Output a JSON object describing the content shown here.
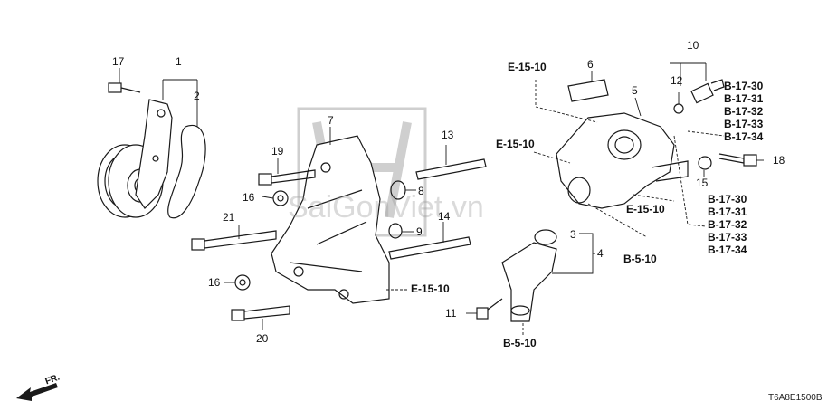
{
  "part_numbers": {
    "p1": "1",
    "p2": "2",
    "p3": "3",
    "p4": "4",
    "p5": "5",
    "p6": "6",
    "p7": "7",
    "p8": "8",
    "p9": "9",
    "p10": "10",
    "p11": "11",
    "p12": "12",
    "p13": "13",
    "p14": "14",
    "p15": "15",
    "p16a": "16",
    "p16b": "16",
    "p17": "17",
    "p18": "18",
    "p19": "19",
    "p20": "20",
    "p21": "21"
  },
  "refs": {
    "e15_top": "E-15-10",
    "e15_mid": "E-15-10",
    "e15_right": "E-15-10",
    "e15_lower": "E-15-10",
    "b510_right": "B-5-10",
    "b510_bottom": "B-5-10",
    "b17_upper": "B-17-30\nB-17-31\nB-17-32\nB-17-33\nB-17-34",
    "b17_lower": "B-17-30\nB-17-31\nB-17-32\nB-17-33\nB-17-34"
  },
  "direction_label": "FR.",
  "diagram_code": "T6A8E1500B",
  "watermark": "SaiGonViet.vn",
  "colors": {
    "line": "#1a1a1a",
    "watermark": "#c8c8c8"
  }
}
